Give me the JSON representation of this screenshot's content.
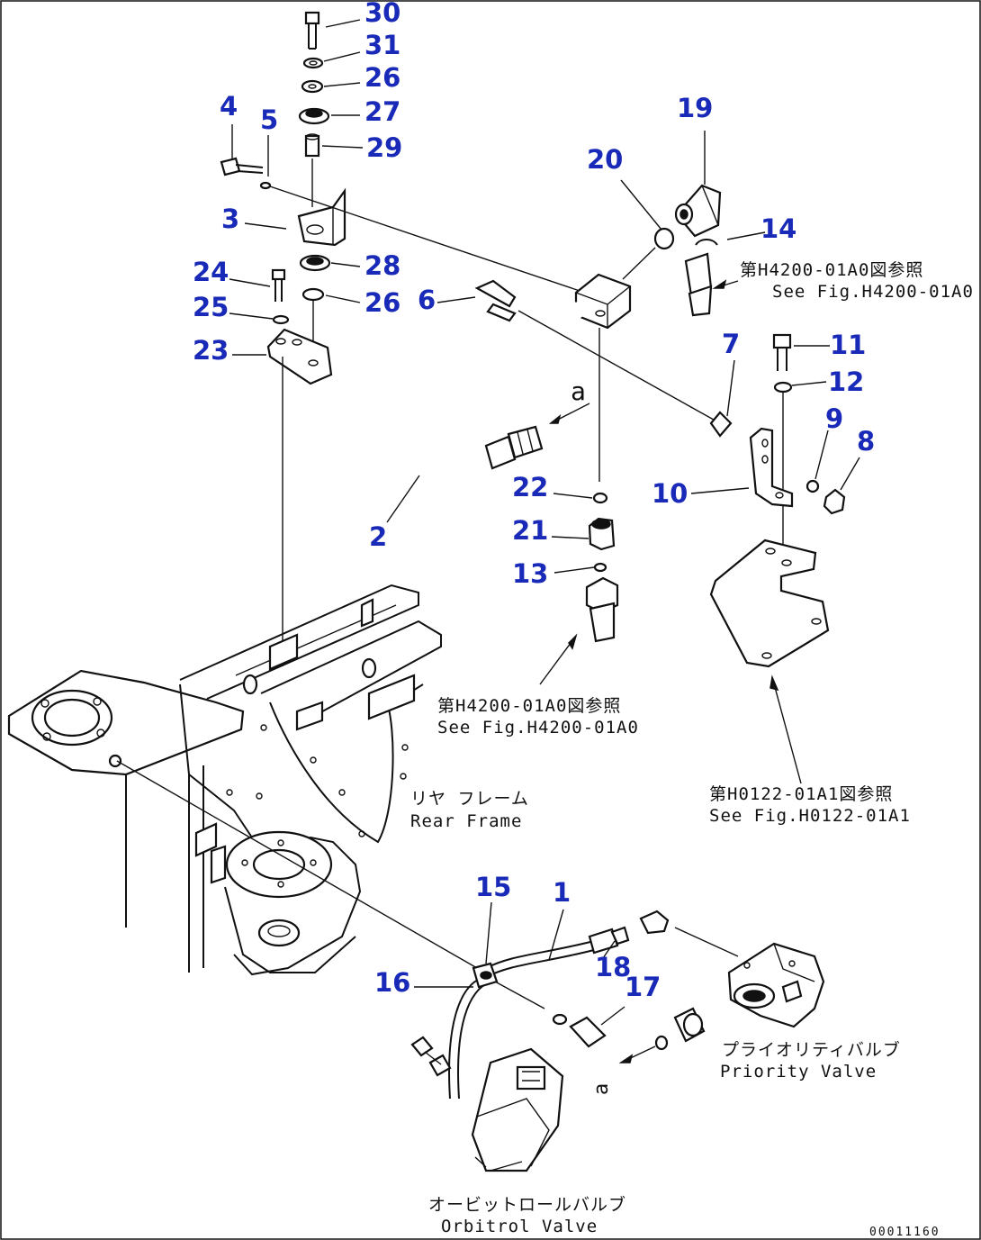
{
  "callouts": [
    {
      "id": "30",
      "label": "30"
    },
    {
      "id": "31",
      "label": "31"
    },
    {
      "id": "26a",
      "label": "26"
    },
    {
      "id": "27",
      "label": "27"
    },
    {
      "id": "29",
      "label": "29"
    },
    {
      "id": "4",
      "label": "4"
    },
    {
      "id": "5",
      "label": "5"
    },
    {
      "id": "3",
      "label": "3"
    },
    {
      "id": "28",
      "label": "28"
    },
    {
      "id": "24",
      "label": "24"
    },
    {
      "id": "25",
      "label": "25"
    },
    {
      "id": "26b",
      "label": "26"
    },
    {
      "id": "23",
      "label": "23"
    },
    {
      "id": "6",
      "label": "6"
    },
    {
      "id": "19",
      "label": "19"
    },
    {
      "id": "20",
      "label": "20"
    },
    {
      "id": "14",
      "label": "14"
    },
    {
      "id": "7",
      "label": "7"
    },
    {
      "id": "11",
      "label": "11"
    },
    {
      "id": "12",
      "label": "12"
    },
    {
      "id": "9",
      "label": "9"
    },
    {
      "id": "8",
      "label": "8"
    },
    {
      "id": "10",
      "label": "10"
    },
    {
      "id": "22",
      "label": "22"
    },
    {
      "id": "2",
      "label": "2"
    },
    {
      "id": "21",
      "label": "21"
    },
    {
      "id": "13",
      "label": "13"
    },
    {
      "id": "15",
      "label": "15"
    },
    {
      "id": "1",
      "label": "1"
    },
    {
      "id": "18",
      "label": "18"
    },
    {
      "id": "16",
      "label": "16"
    },
    {
      "id": "17",
      "label": "17"
    }
  ],
  "notes": {
    "ref_h4200_top_jp": "第H4200-01A0図参照",
    "ref_h4200_top_en": "See Fig.H4200-01A0",
    "ref_h4200_mid_jp": "第H4200-01A0図参照",
    "ref_h4200_mid_en": "See Fig.H4200-01A0",
    "ref_h0122_jp": "第H0122-01A1図参照",
    "ref_h0122_en": "See Fig.H0122-01A1",
    "rear_frame_jp": "リヤ フレーム",
    "rear_frame_en": "Rear Frame",
    "priority_valve_jp": "プライオリティバルブ",
    "priority_valve_en": "Priority Valve",
    "orbitrol_valve_jp": "オービットロールバルブ",
    "orbitrol_valve_en": "Orbitrol Valve",
    "marker_a": "a",
    "marker_a_lower": "a",
    "drawing_number": "00011160"
  }
}
